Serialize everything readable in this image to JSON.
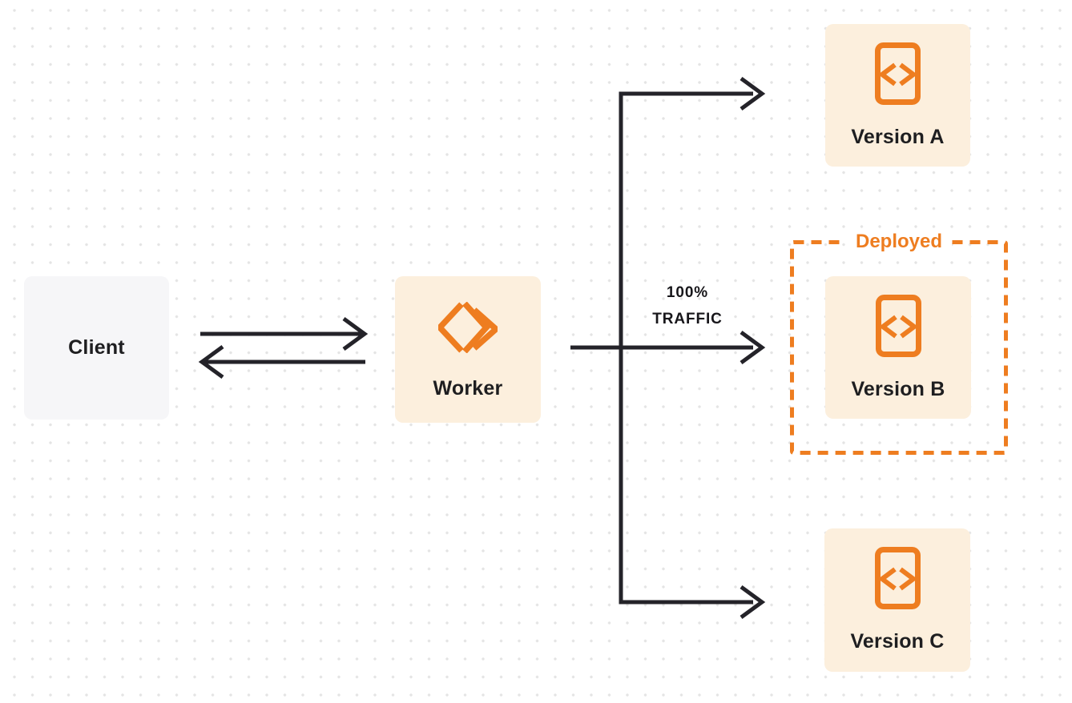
{
  "diagram": {
    "nodes": {
      "client": {
        "label": "Client"
      },
      "worker": {
        "label": "Worker"
      },
      "version_a": {
        "label": "Version A"
      },
      "version_b": {
        "label": "Version B"
      },
      "version_c": {
        "label": "Version C"
      }
    },
    "annotations": {
      "deployed_label": "Deployed",
      "traffic_line1": "100%",
      "traffic_line2": "TRAFFIC"
    },
    "icons": {
      "worker_icon": "workers-logo-icon",
      "version_icon": "code-file-icon"
    },
    "colors": {
      "accent_orange": "#ee7d20",
      "node_cream_bg": "#fcefdd",
      "node_gray_bg": "#f6f6f8",
      "arrow_dark": "#242329",
      "text_dark": "#1e1e20",
      "canvas_bg": "#ffffff",
      "dot_grid": "#e4e4e4"
    }
  }
}
